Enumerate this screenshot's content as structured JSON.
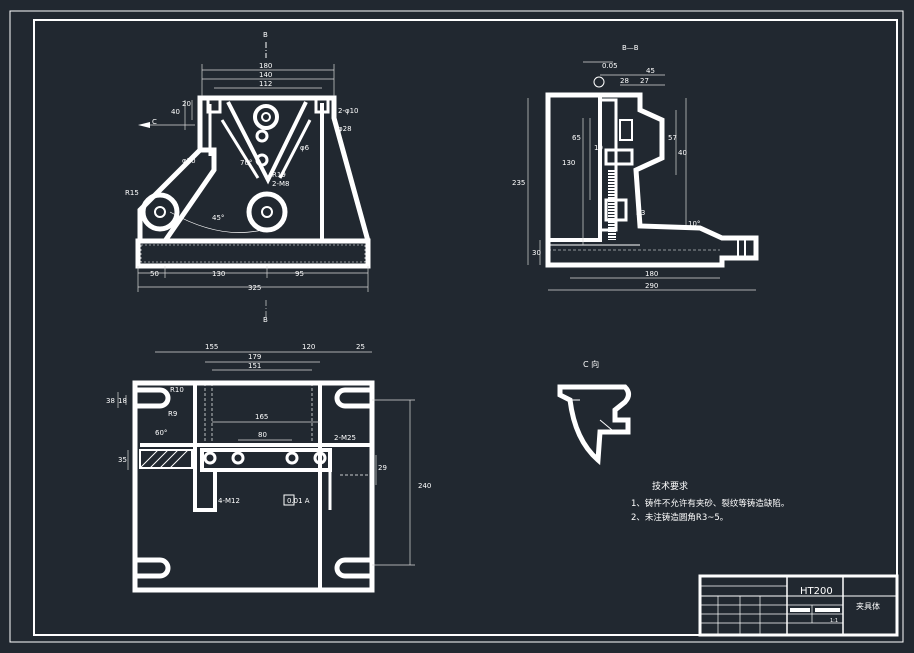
{
  "colors": {
    "background": "#212830",
    "lines": "#ffffff",
    "dims": "#d8d8d8"
  },
  "views": {
    "front": {
      "section_mark_top": "B",
      "section_mark_bottom": "B",
      "view_arrow": "C",
      "dims": {
        "top1": "180",
        "top2": "140",
        "top3": "112",
        "left1": "40",
        "left2": "20",
        "thread1": "2-φ10",
        "hole1": "φ28",
        "angle1": "70°",
        "fillet1": "R15",
        "fillet2": "R19",
        "thread2": "2-M8",
        "hole2": "φ30",
        "bottom1": "50",
        "bottom2": "130",
        "bottom3": "95",
        "total": "325",
        "slant": "φ6",
        "ang2": "45°"
      }
    },
    "section": {
      "title": "B—B",
      "dims": {
        "top1": "45",
        "top2": "28",
        "top3": "27",
        "height": "235",
        "h2": "130",
        "h3": "65",
        "h4": "57",
        "h5": "40",
        "h6": "30",
        "h7": "10",
        "h8": "R3",
        "angle": "10°",
        "bottom1": "180",
        "bottom2": "290",
        "tol": "0.05"
      }
    },
    "top": {
      "dims": {
        "d155": "155",
        "d179": "179",
        "d151": "151",
        "d120": "120",
        "d25": "25",
        "d165": "165",
        "d80": "80",
        "d240": "240",
        "d29": "29",
        "d35": "35",
        "r10": "R10",
        "r9": "R9",
        "m12": "4-M12",
        "m25": "2-M25",
        "ang": "60°",
        "tol": "0.01 A",
        "d38": "38",
        "d18": "18"
      }
    },
    "detail": {
      "title": "C 向"
    }
  },
  "notes": {
    "title": "技术要求",
    "lines": [
      "1、铸件不允许有夹砂、裂纹等铸造缺陷。",
      "2、未注铸造圆角R3~5。"
    ]
  },
  "title_block": {
    "material": "HT200",
    "part_name": "夹具体",
    "scale": "1:1"
  }
}
